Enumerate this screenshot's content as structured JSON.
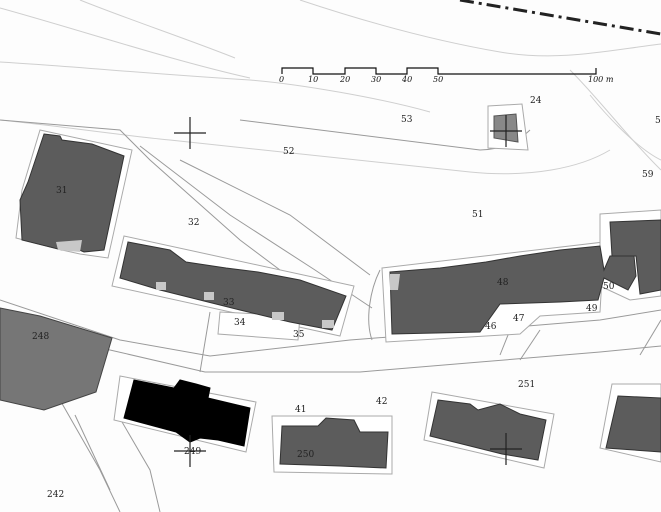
{
  "map": {
    "scale_bar": {
      "ticks": [
        "0",
        "10",
        "20",
        "30",
        "40",
        "50",
        "100 m"
      ]
    },
    "parcels": {
      "p24": "24",
      "p53": "53",
      "p52": "52",
      "p31": "31",
      "p32": "32",
      "p51": "51",
      "p59": "59",
      "p48": "48",
      "p50": "50",
      "p49": "49",
      "p47": "47",
      "p46": "46",
      "p33": "33",
      "p34": "34",
      "p35": "35",
      "p248": "248",
      "p41": "41",
      "p42": "42",
      "p251": "251",
      "p249": "249",
      "p250": "250",
      "p242": "242",
      "p5": "5"
    }
  }
}
